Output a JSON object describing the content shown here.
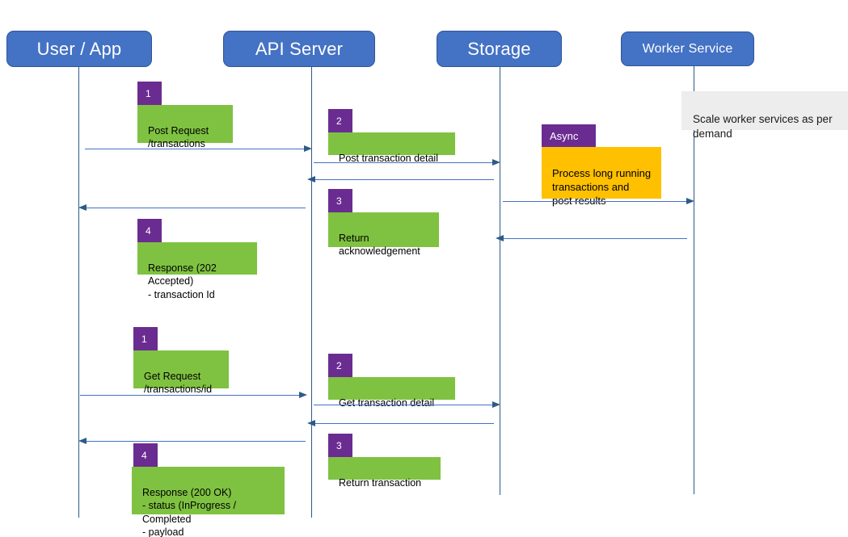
{
  "diagram": {
    "title": "Async request-reply sequence diagram",
    "colors": {
      "participant_fill": "#4472C4",
      "participant_border": "#2F5597",
      "lifeline": "#2E5A88",
      "arrow": "#4472C4",
      "badge_purple": "#6B2C91",
      "note_green": "#7FC241",
      "note_orange": "#FFC000",
      "note_gray": "#EDEDED"
    }
  },
  "participants": [
    {
      "id": "user",
      "label": "User / App"
    },
    {
      "id": "api",
      "label": "API Server"
    },
    {
      "id": "storage",
      "label": "Storage"
    },
    {
      "id": "worker",
      "label": "Worker Service"
    }
  ],
  "notes": [
    {
      "id": "note-scale-worker",
      "kind": "gray",
      "text": "Scale worker services as per demand"
    }
  ],
  "steps": [
    {
      "id": "post-request",
      "badge": "1",
      "text": "Post Request\n/transactions",
      "kind": "green",
      "from": "user",
      "to": "api"
    },
    {
      "id": "post-transaction-detail",
      "badge": "2",
      "text": "Post transaction detail",
      "kind": "green",
      "from": "api",
      "to": "storage"
    },
    {
      "id": "async-process",
      "badge": "Async",
      "text": "Process long running\ntransactions and\npost results",
      "kind": "orange",
      "from": "api",
      "to": "worker"
    },
    {
      "id": "return-acknowledgement",
      "badge": "3",
      "text": "Return\nacknowledgement",
      "kind": "green",
      "from": "storage",
      "to": "api"
    },
    {
      "id": "response-202",
      "badge": "4",
      "text": "Response (202 Accepted)\n- transaction Id",
      "kind": "green",
      "from": "api",
      "to": "user"
    },
    {
      "id": "get-request",
      "badge": "1",
      "text": "Get Request\n/transactions/id",
      "kind": "green",
      "from": "user",
      "to": "api"
    },
    {
      "id": "get-transaction-detail",
      "badge": "2",
      "text": "Get transaction detail",
      "kind": "green",
      "from": "api",
      "to": "storage"
    },
    {
      "id": "return-transaction",
      "badge": "3",
      "text": "Return transaction",
      "kind": "green",
      "from": "storage",
      "to": "api"
    },
    {
      "id": "response-200",
      "badge": "4",
      "text": "Response (200 OK)\n- status (InProgress / Completed\n- payload",
      "kind": "green",
      "from": "api",
      "to": "user"
    }
  ]
}
